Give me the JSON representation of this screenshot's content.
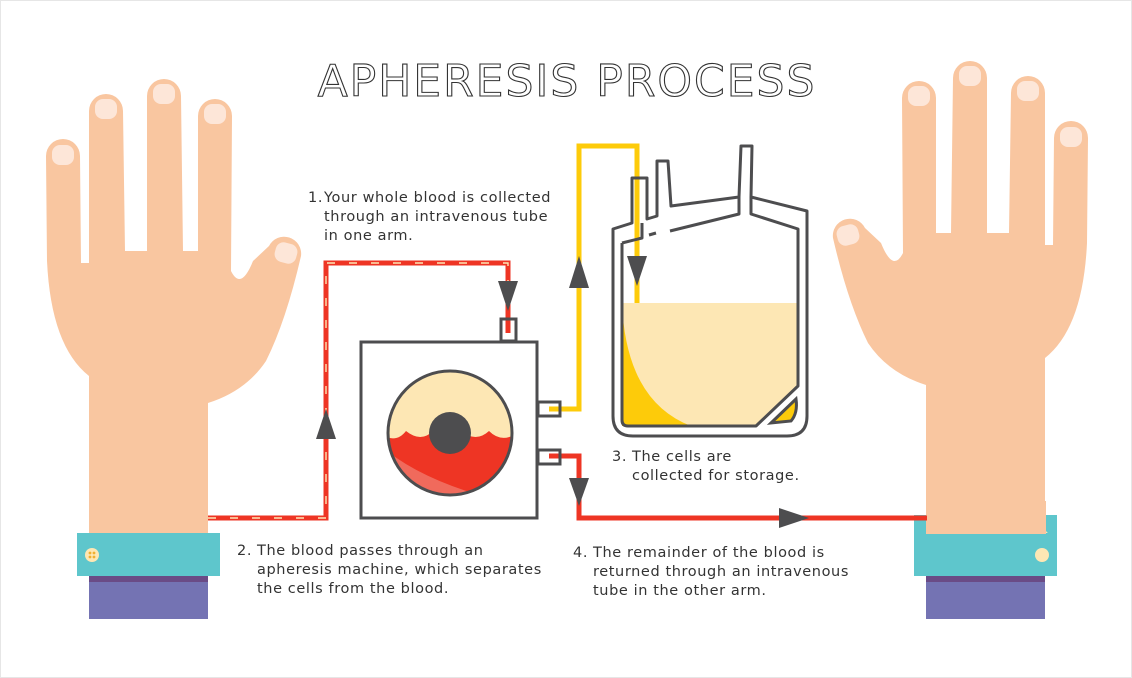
{
  "title": "APHERESIS PROCESS",
  "steps": [
    {
      "number": "1.",
      "lines": [
        "Your whole blood is collected",
        "through an intravenous tube",
        "in one arm."
      ]
    },
    {
      "number": "2.",
      "lines": [
        "The blood passes through an",
        "apheresis machine, which separates",
        "the cells from the blood."
      ]
    },
    {
      "number": "3.",
      "lines": [
        "The cells are",
        "collected for storage."
      ]
    },
    {
      "number": "4.",
      "lines": [
        "The remainder of the blood is",
        "returned through an intravenous",
        "tube in the other arm."
      ]
    }
  ],
  "colors": {
    "skin": "#f9c6a0",
    "nail": "#fde6d8",
    "cuff": "#5ec6cc",
    "sleeve": "#7473b3",
    "blood": "#ee3524",
    "plasma": "#fde7b4",
    "cells": "#fdcb0a",
    "outline": "#4d4d4f"
  }
}
